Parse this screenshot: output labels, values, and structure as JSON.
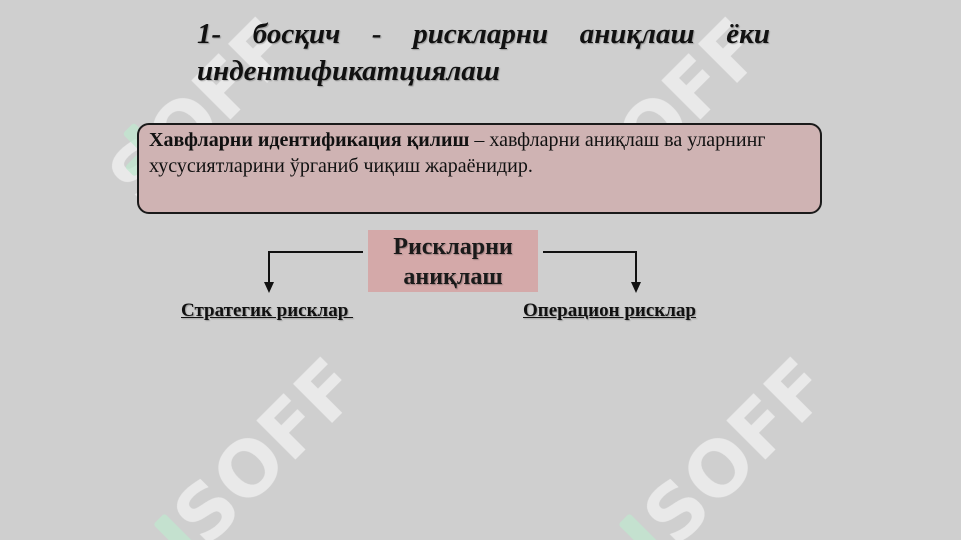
{
  "slide": {
    "title": "1- босқич - рискларни аниқлаш ёки индентификатциялаш",
    "definition": {
      "term": "Хавфларни идентификация қилиш",
      "text": " – хавфларни аниқлаш ва уларнинг хусусиятларини ўрганиб чиқиш жараёнидир."
    },
    "center": {
      "line1": "Рискларни",
      "line2": "аниқлаш"
    },
    "left_branch": "Стратегик рисклар ",
    "right_branch": "Операцион рисклар"
  },
  "watermark": {
    "text": "SOFF",
    "text_color": "#ffffff",
    "mark_color": "#bfe8cf"
  },
  "colors": {
    "background": "#cfcfcf",
    "definition_box": "#cfb3b3",
    "center_box": "#d4a9a9"
  }
}
